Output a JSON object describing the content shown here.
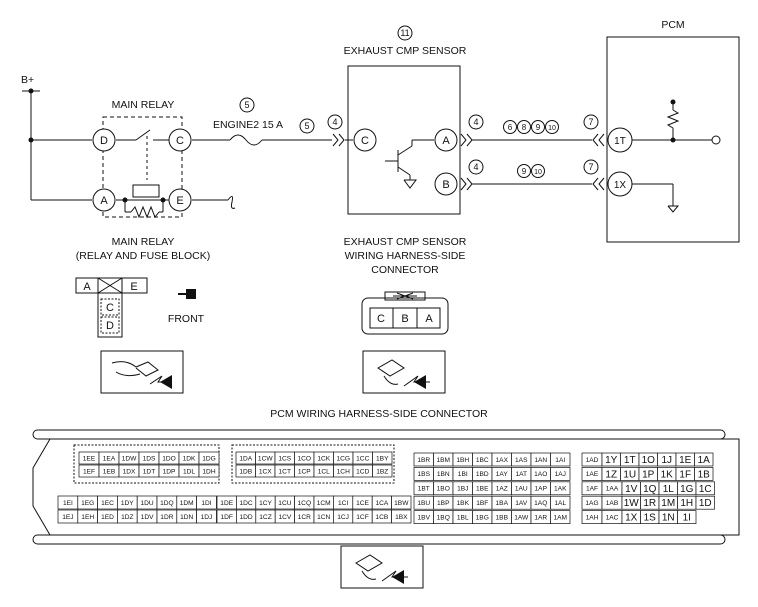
{
  "top": {
    "bplus": "B+",
    "main_relay_title": "MAIN RELAY",
    "fuse_circle": "5",
    "fuse_label": "ENGINE2 15 A",
    "wire_circle_5": "5",
    "sensor_circle": "11",
    "sensor_title": "EXHAUST CMP SENSOR",
    "pcm_title": "PCM"
  },
  "relay_terminals": [
    "D",
    "C",
    "A",
    "E"
  ],
  "sensor": {
    "in_circle": "4",
    "in_terminal": "C",
    "out_terminals": [
      "A",
      "B"
    ],
    "out_circle_a": "4",
    "out_circle_b": "4",
    "wire_a_circles": [
      "6",
      "8",
      "9",
      "10"
    ],
    "wire_b_circles": [
      "9",
      "10"
    ]
  },
  "pcm": {
    "conn_circle_a": "7",
    "conn_circle_b": "7",
    "terminals": [
      "1T",
      "1X"
    ]
  },
  "relay_connector": {
    "caption1": "MAIN RELAY",
    "caption2": "(RELAY AND FUSE BLOCK)",
    "cells": [
      "A",
      "E",
      "C",
      "D"
    ],
    "front": "FRONT"
  },
  "sensor_connector": {
    "caption1": "EXHAUST CMP SENSOR",
    "caption2": "WIRING HARNESS-SIDE",
    "caption3": "CONNECTOR",
    "cells": [
      "C",
      "B",
      "A"
    ]
  },
  "pcm_connector": {
    "title": "PCM WIRING HARNESS-SIDE CONNECTOR",
    "g1_r1": [
      "1EE",
      "1EA",
      "1DW",
      "1DS",
      "1DO",
      "1DK",
      "1DG"
    ],
    "g1_r2": [
      "1EF",
      "1EB",
      "1DX",
      "1DT",
      "1DP",
      "1DL",
      "1DH"
    ],
    "g2_r1": [
      "1DA",
      "1CW",
      "1CS",
      "1CO",
      "1CK",
      "1CG",
      "1CC",
      "1BY"
    ],
    "g2_r2": [
      "1DB",
      "1CX",
      "1CT",
      "1CP",
      "1CL",
      "1CH",
      "1CD",
      "1BZ"
    ],
    "g3_r1": [
      "1EI",
      "1EG",
      "1EC",
      "1DY",
      "1DU",
      "1DQ",
      "1DM",
      "1DI"
    ],
    "g3_r2": [
      "1EJ",
      "1EH",
      "1ED",
      "1DZ",
      "1DV",
      "1DR",
      "1DN",
      "1DJ"
    ],
    "g4_r1": [
      "1DE",
      "1DC",
      "1CY",
      "1CU",
      "1CQ",
      "1CM",
      "1CI",
      "1CE",
      "1CA",
      "1BW"
    ],
    "g4_r2": [
      "1DF",
      "1DD",
      "1CZ",
      "1CV",
      "1CR",
      "1CN",
      "1CJ",
      "1CF",
      "1CB",
      "1BX"
    ],
    "g5": [
      [
        "1BR",
        "1BM",
        "1BH",
        "1BC",
        "1AX",
        "1AS",
        "1AN",
        "1AI"
      ],
      [
        "1BS",
        "1BN",
        "1BI",
        "1BD",
        "1AY",
        "1AT",
        "1AO",
        "1AJ"
      ],
      [
        "1BT",
        "1BO",
        "1BJ",
        "1BE",
        "1AZ",
        "1AU",
        "1AP",
        "1AK"
      ],
      [
        "1BU",
        "1BP",
        "1BK",
        "1BF",
        "1BA",
        "1AV",
        "1AQ",
        "1AL"
      ],
      [
        "1BV",
        "1BQ",
        "1BL",
        "1BG",
        "1BB",
        "1AW",
        "1AR",
        "1AM"
      ]
    ],
    "g6": [
      [
        [
          "1AD",
          0
        ],
        [
          "1Y",
          1
        ],
        [
          "1T",
          1
        ],
        [
          "1O",
          1
        ],
        [
          "1J",
          1
        ],
        [
          "1E",
          1
        ],
        [
          "1A",
          1
        ]
      ],
      [
        [
          "1AE",
          0
        ],
        [
          "1Z",
          1
        ],
        [
          "1U",
          1
        ],
        [
          "1P",
          1
        ],
        [
          "1K",
          1
        ],
        [
          "1F",
          1
        ],
        [
          "1B",
          1
        ]
      ],
      [
        [
          "1AF",
          0
        ],
        [
          "1AA",
          0
        ],
        [
          "1V",
          1
        ],
        [
          "1Q",
          1
        ],
        [
          "1L",
          1
        ],
        [
          "1G",
          1
        ],
        [
          "1C",
          1
        ]
      ],
      [
        [
          "1AG",
          0
        ],
        [
          "1AB",
          0
        ],
        [
          "1W",
          1
        ],
        [
          "1R",
          1
        ],
        [
          "1M",
          1
        ],
        [
          "1H",
          1
        ],
        [
          "1D",
          1
        ]
      ],
      [
        [
          "1AH",
          0
        ],
        [
          "1AC",
          0
        ],
        [
          "1X",
          1
        ],
        [
          "1S",
          1
        ],
        [
          "1N",
          1
        ],
        [
          "1I",
          1
        ]
      ]
    ]
  },
  "colors": {
    "line": "#111111",
    "background": "#ffffff"
  }
}
